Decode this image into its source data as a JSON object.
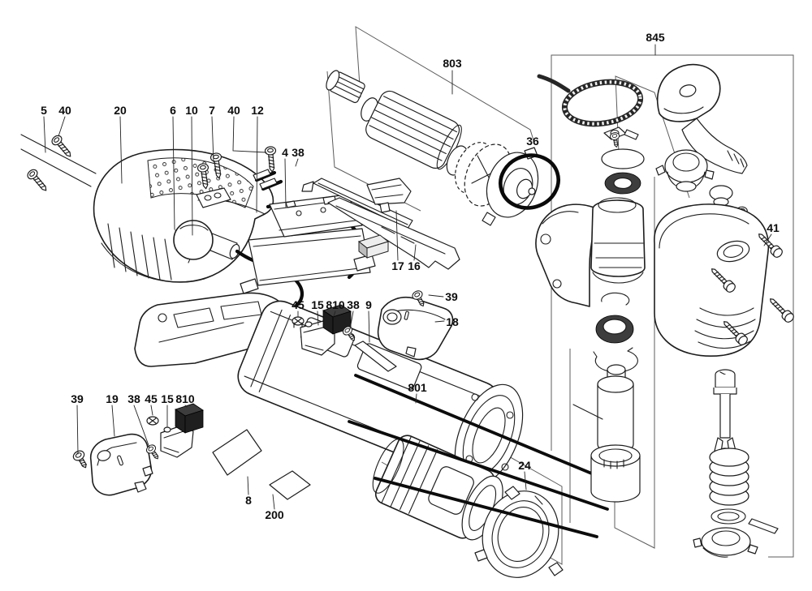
{
  "figure": {
    "type": "exploded-parts-diagram",
    "subject": "oscillating multi-tool power tool",
    "background_color": "#ffffff",
    "line_color": "#1d1d1d",
    "label_color": "#0d0d0d"
  },
  "part_labels": [
    {
      "text": "5"
    },
    {
      "text": "40"
    },
    {
      "text": "20"
    },
    {
      "text": "6"
    },
    {
      "text": "10"
    },
    {
      "text": "7"
    },
    {
      "text": "40"
    },
    {
      "text": "12"
    },
    {
      "text": "4"
    },
    {
      "text": "38"
    },
    {
      "text": "803"
    },
    {
      "text": "36"
    },
    {
      "text": "845"
    },
    {
      "text": "41"
    },
    {
      "text": "17"
    },
    {
      "text": "16"
    },
    {
      "text": "45"
    },
    {
      "text": "15"
    },
    {
      "text": "810"
    },
    {
      "text": "38"
    },
    {
      "text": "9"
    },
    {
      "text": "39"
    },
    {
      "text": "18"
    },
    {
      "text": "801"
    },
    {
      "text": "39"
    },
    {
      "text": "19"
    },
    {
      "text": "38"
    },
    {
      "text": "45"
    },
    {
      "text": "15"
    },
    {
      "text": "810"
    },
    {
      "text": "8"
    },
    {
      "text": "200"
    },
    {
      "text": "24"
    }
  ]
}
